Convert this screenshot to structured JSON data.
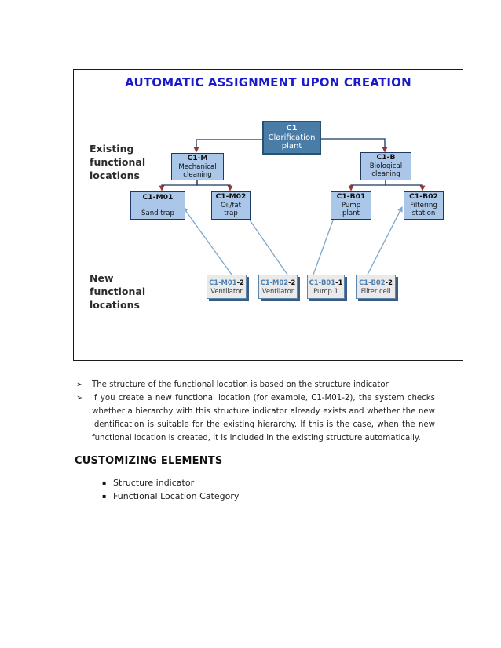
{
  "diagram": {
    "title": "AUTOMATIC ASSIGNMENT UPON CREATION",
    "existing_label": [
      "Existing",
      "functional",
      "locations"
    ],
    "new_label": [
      "New",
      "functional",
      "locations"
    ],
    "root": {
      "code": "C1",
      "desc": [
        "Clarification",
        "plant"
      ]
    },
    "level2": [
      {
        "code": "C1-M",
        "desc": [
          "Mechanical",
          "cleaning"
        ]
      },
      {
        "code": "C1-B",
        "desc": [
          "Biological",
          "cleaning"
        ]
      }
    ],
    "level3": [
      {
        "code": "C1-M01",
        "desc": [
          "Sand trap"
        ]
      },
      {
        "code": "C1-M02",
        "desc": [
          "Oil/fat",
          "trap"
        ]
      },
      {
        "code": "C1-B01",
        "desc": [
          "Pump",
          "plant"
        ]
      },
      {
        "code": "C1-B02",
        "desc": [
          "Filtering",
          "station"
        ]
      }
    ],
    "new_locations": [
      {
        "code": "C1-M01",
        "suffix": "-2",
        "desc": "Ventilator"
      },
      {
        "code": "C1-M02",
        "suffix": "-2",
        "desc": "Ventilator"
      },
      {
        "code": "C1-B01",
        "suffix": "-1",
        "desc": "Pump 1"
      },
      {
        "code": "C1-B02",
        "suffix": "-2",
        "desc": "Filter cell"
      }
    ],
    "colors": {
      "title": "#1a1acd",
      "root_fill": "#4a7ca8",
      "root_border": "#28536f",
      "node_fill": "#aac7e9",
      "node_border": "#1f3864",
      "new_fill": "#eaeaea",
      "new_border": "#5c87ad",
      "new_code": "#4e81ad",
      "tree_line": "#17375e",
      "tree_arrow": "#943634",
      "assign_line": "#7da7cb"
    }
  },
  "content": {
    "bullet_glyph": "➢",
    "bullets": [
      "The structure of the functional location is based on the structure indicator.",
      "If you create a new functional location (for example, C1-M01-2), the system checks whether a hierarchy with this structure indicator already exists and whether the new identification is suitable for the existing hierarchy. If this is the case, when the new functional location is created, it is included in the existing structure automatically."
    ],
    "heading": "CUSTOMIZING ELEMENTS",
    "sub_bullet_glyph": "▪",
    "sub_bullets": [
      "Structure indicator",
      "Functional Location Category"
    ]
  }
}
